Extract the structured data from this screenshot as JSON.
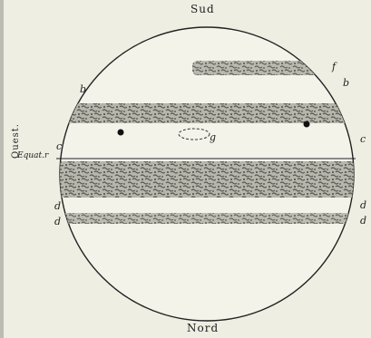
{
  "labels": {
    "sud": "Sud",
    "nord": "Nord",
    "ouest": "Ouest.",
    "equator": "Equat.r",
    "band_b": "b",
    "band_c": "c",
    "band_d": "d",
    "spot_g": "g",
    "corner_f": "f"
  },
  "colors": {
    "background": "#efeee3",
    "ink": "#1c1c1c",
    "band": "#6f6f68"
  }
}
